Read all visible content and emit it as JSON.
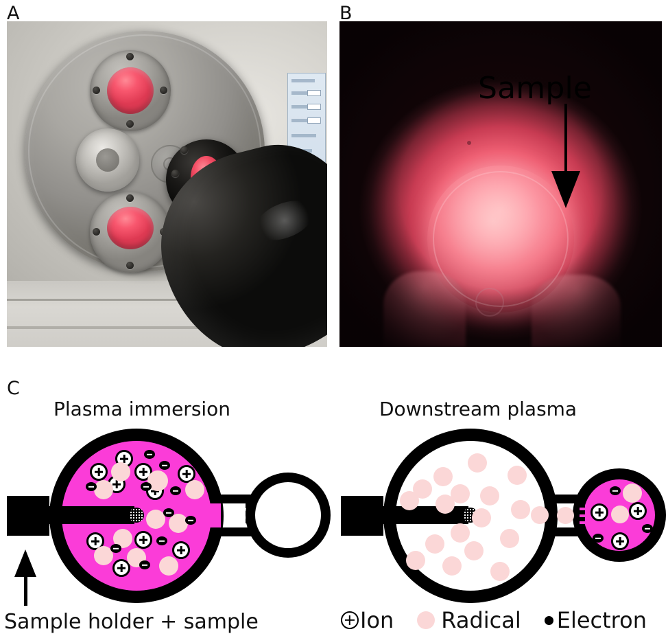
{
  "figure": {
    "panels": [
      {
        "id": "A",
        "label": "A",
        "type": "photograph",
        "description": "Plasma chamber flange with viewports glowing pink and a handheld probe"
      },
      {
        "id": "B",
        "label": "B",
        "type": "photograph",
        "description": "Interior view of glowing pink plasma with sample in the center"
      },
      {
        "id": "C",
        "label": "C",
        "type": "schematic",
        "description": "Schematic comparison of plasma immersion and downstream plasma configurations"
      }
    ]
  },
  "panelA": {
    "label": "A"
  },
  "panelB": {
    "label": "B",
    "annotation": {
      "text": "Sample",
      "arrow": "down-arrow-icon"
    }
  },
  "panelC": {
    "label": "C",
    "diagrams": [
      {
        "id": "plasma-immersion",
        "title": "Plasma immersion",
        "chamber_filled_with_plasma": true,
        "side_chamber_filled_with_plasma": false,
        "species": {
          "ions": 11,
          "radicals": 12,
          "electrons": 11
        },
        "sample_holder": {
          "present": true,
          "sample_pattern": "hatched"
        }
      },
      {
        "id": "downstream-plasma",
        "title": "Downstream plasma",
        "chamber_filled_with_plasma": false,
        "side_chamber_filled_with_plasma": true,
        "species": {
          "ions": 3,
          "radicals": 19,
          "electrons": 3
        },
        "sample_holder": {
          "present": true,
          "sample_pattern": "hatched"
        }
      }
    ],
    "caption_left": "Sample holder + sample",
    "legend": [
      {
        "symbol": "ion-icon",
        "label": "Ion"
      },
      {
        "symbol": "radical-icon",
        "label": "Radical"
      },
      {
        "symbol": "electron-icon",
        "label": "Electron"
      }
    ]
  },
  "colors": {
    "plasma_magenta": "#FB3CD8",
    "radical_pink": "#FBD7D7",
    "outline_black": "#000000",
    "glow_pink": "#EF5F73",
    "background": "#FFFFFF"
  }
}
